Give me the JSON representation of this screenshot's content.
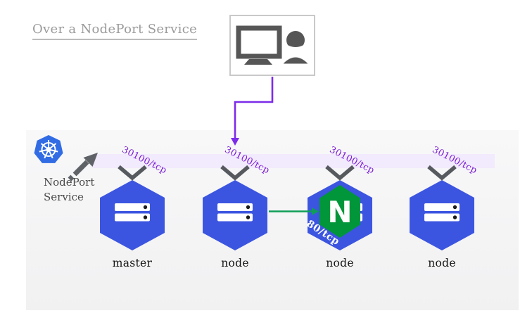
{
  "title": "Over a NodePort Service",
  "client": {
    "icon": "monitor-user-icon"
  },
  "cluster": {
    "platform_icon": "kubernetes-wheel-icon",
    "service_pointer_icon": "arrow-up-right-dashed-icon",
    "service_label": {
      "line1": "NodePort",
      "line2": "Service"
    }
  },
  "nodes": [
    {
      "label": "master",
      "node_port": "30100/tcp",
      "icon": "server-stack-icon"
    },
    {
      "label": "node",
      "node_port": "30100/tcp",
      "icon": "server-stack-icon"
    },
    {
      "label": "node",
      "node_port": "30100/tcp",
      "icon": "server-stack-icon",
      "app": {
        "name": "nginx",
        "logo_letter": "N",
        "container_port": "80/tcp",
        "icon": "nginx-hexagon-icon"
      }
    },
    {
      "label": "node",
      "node_port": "30100/tcp",
      "icon": "server-stack-icon"
    }
  ],
  "connections": [
    {
      "from": "client",
      "to": "node-2-nodeport",
      "style": "elbow-arrow",
      "color": "#7c2bea"
    },
    {
      "from": "node-2",
      "to": "nginx-on-node-3",
      "style": "straight-arrow",
      "color": "#0f9d58"
    }
  ],
  "colors": {
    "node_hexagon_blue": "#3c55e0",
    "kubernetes_blue": "#326ce5",
    "nginx_green": "#009639",
    "service_band_lavender": "#f2eafd",
    "port_text_purple": "#7a1bd6",
    "client_arrow_purple": "#7c2bea",
    "pod_arrow_green": "#0f9d58",
    "cluster_background": "#f6f6f7",
    "title_gray": "#9b9b9b",
    "chevron_gray": "#56595e"
  }
}
